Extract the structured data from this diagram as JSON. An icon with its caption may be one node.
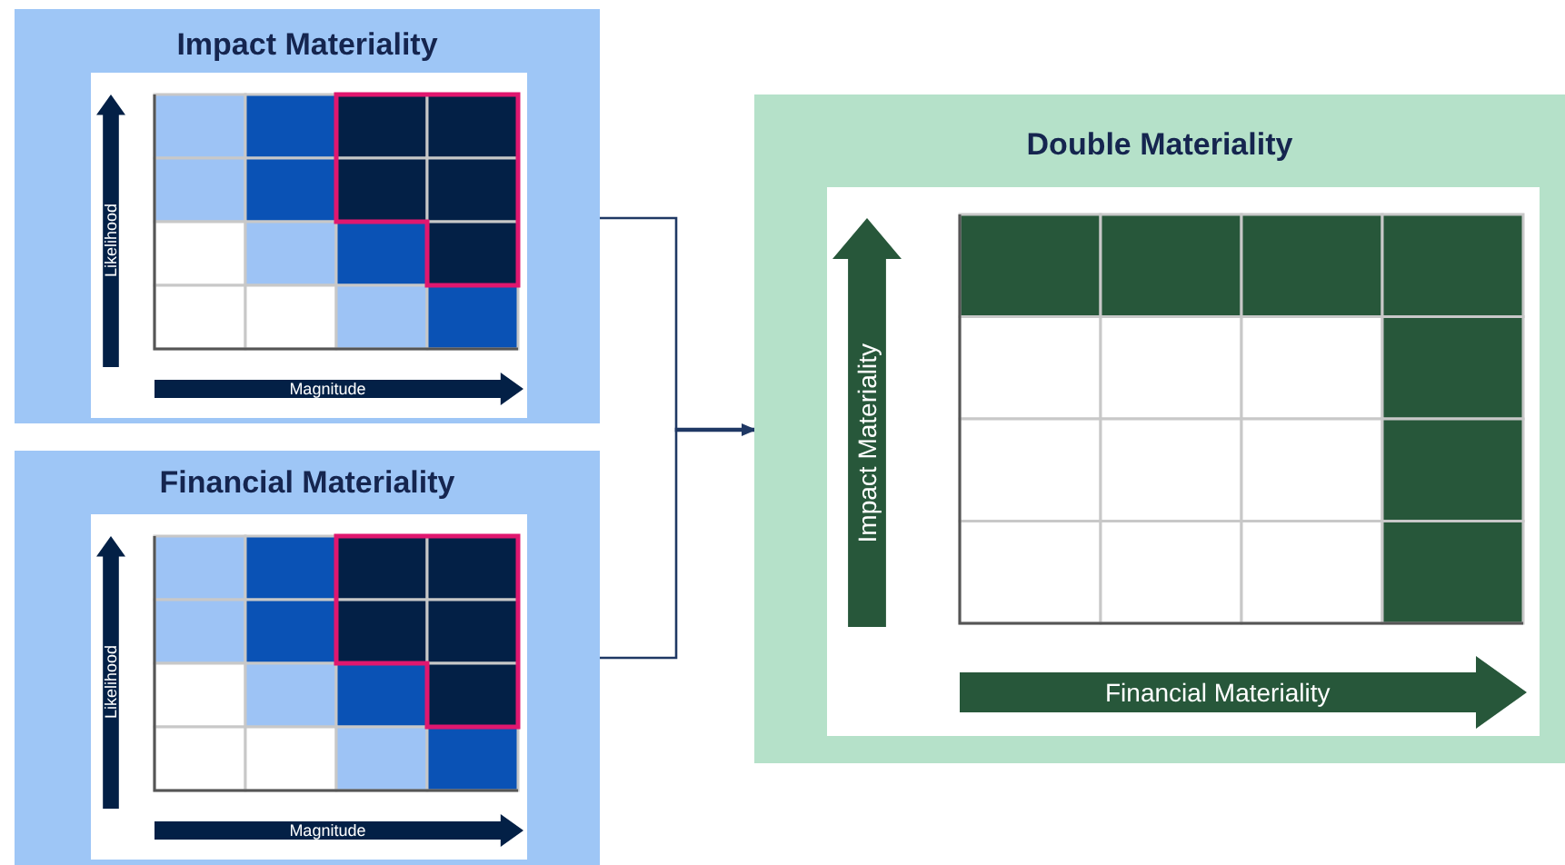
{
  "diagram": {
    "nodes": [
      {
        "text": [
          "Impact Materiality"
        ]
      },
      {
        "text": [
          "Financial Materiality"
        ]
      },
      {
        "text": [
          "Double Materiality"
        ]
      }
    ],
    "edges": [
      {
        "from": 0,
        "to": 2,
        "arrow": "to"
      },
      {
        "from": 1,
        "to": 2,
        "arrow": "to"
      }
    ],
    "labels": [
      "Likelihood",
      "Magnitude",
      "Likelihood",
      "Magnitude",
      "Impact Materiality",
      "Financial Materiality"
    ]
  }
}
